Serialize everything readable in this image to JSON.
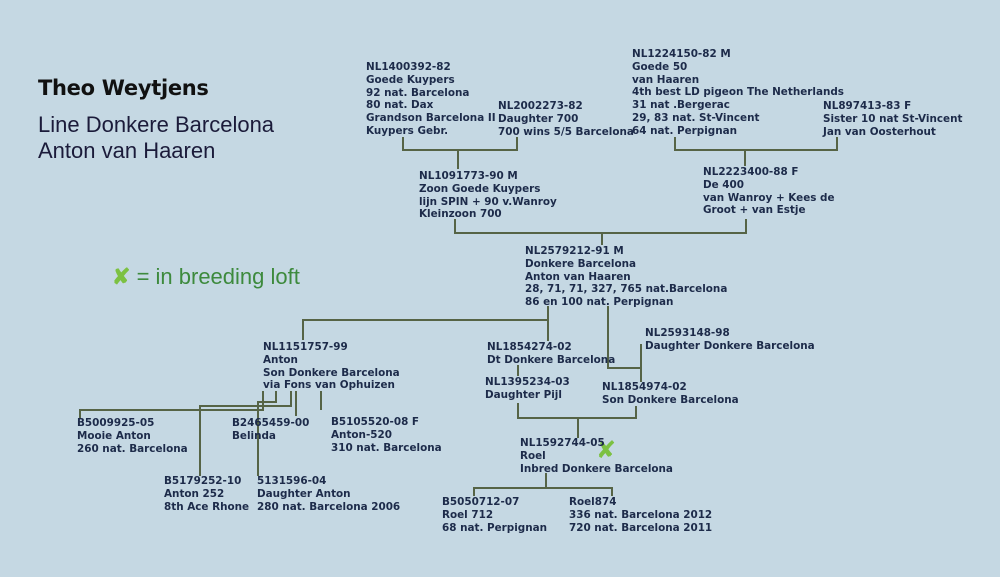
{
  "title": "Theo Weytjens",
  "subtitle_lines": [
    "Line Donkere Barcelona",
    "Anton van Haaren"
  ],
  "legend": {
    "mark": "✘",
    "text": "= in breeding loft"
  },
  "colors": {
    "background": "#c5d8e3",
    "line": "#566446",
    "text": "#1d2b4a",
    "legend_green": "#7cc142"
  },
  "nodes": [
    {
      "id": "n1400392",
      "lines": [
        "NL1400392-82",
        "Goede Kuypers",
        "92 nat. Barcelona",
        "80 nat. Dax",
        "Grandson Barcelona II",
        "Kuypers Gebr."
      ]
    },
    {
      "id": "n2002273",
      "lines": [
        "NL2002273-82",
        "Daughter 700",
        "700 wins 5/5 Barcelona"
      ]
    },
    {
      "id": "n1224150",
      "lines": [
        "NL1224150-82  M",
        "Goede 50",
        "van Haaren",
        "4th best LD pigeon The Netherlands",
        "31 nat .Bergerac",
        "29,  83 nat. St-Vincent",
        "64 nat. Perpignan"
      ]
    },
    {
      "id": "n897413",
      "lines": [
        "NL897413-83  F",
        "Sister 10 nat St-Vincent",
        "Jan van Oosterhout"
      ]
    },
    {
      "id": "n1091773",
      "lines": [
        "NL1091773-90  M",
        "Zoon Goede Kuypers",
        "lijn SPIN + 90 v.Wanroy",
        " Kleinzoon 700"
      ]
    },
    {
      "id": "n2223400",
      "lines": [
        "NL2223400-88  F",
        "De 400",
        "van Wanroy + Kees de",
        "Groot + van Estje"
      ]
    },
    {
      "id": "n2579212",
      "lines": [
        "NL2579212-91  M",
        "Donkere Barcelona",
        "Anton van Haaren",
        "28, 71, 71, 327, 765 nat.Barcelona",
        "86 en 100 nat. Perpignan"
      ]
    },
    {
      "id": "n1151757",
      "lines": [
        "NL1151757-99",
        "Anton",
        "Son Donkere Barcelona",
        "via Fons van Ophuizen"
      ]
    },
    {
      "id": "n1854274",
      "lines": [
        "NL1854274-02",
        "Dt Donkere Barcelona"
      ]
    },
    {
      "id": "n2593148",
      "lines": [
        "NL2593148-98",
        "Daughter Donkere Barcelona"
      ]
    },
    {
      "id": "n1395234",
      "lines": [
        "NL1395234-03",
        "Daughter Pijl"
      ]
    },
    {
      "id": "n1854974",
      "lines": [
        "NL1854974-02",
        "Son Donkere Barcelona"
      ]
    },
    {
      "id": "b5009925",
      "lines": [
        "B5009925-05",
        "Mooie Anton",
        "260 nat. Barcelona"
      ]
    },
    {
      "id": "b2465459",
      "lines": [
        "B2465459-00",
        "Belinda"
      ]
    },
    {
      "id": "b5105520",
      "lines": [
        "B5105520-08 F",
        "Anton-520",
        "310 nat. Barcelona"
      ]
    },
    {
      "id": "b5179252",
      "lines": [
        "B5179252-10",
        "Anton 252",
        "8th Ace Rhone"
      ]
    },
    {
      "id": "n5131596",
      "lines": [
        "5131596-04",
        "Daughter Anton",
        "280 nat. Barcelona 2006"
      ]
    },
    {
      "id": "n1592744",
      "lines": [
        "NL1592744-05",
        "Roel",
        "Inbred Donkere Barcelona"
      ]
    },
    {
      "id": "b5050712",
      "lines": [
        "B5050712-07",
        "Roel 712",
        "68 nat. Perpignan"
      ]
    },
    {
      "id": "roel874",
      "lines": [
        "Roel874",
        "336 nat. Barcelona 2012",
        "720 nat. Barcelona 2011"
      ]
    }
  ]
}
